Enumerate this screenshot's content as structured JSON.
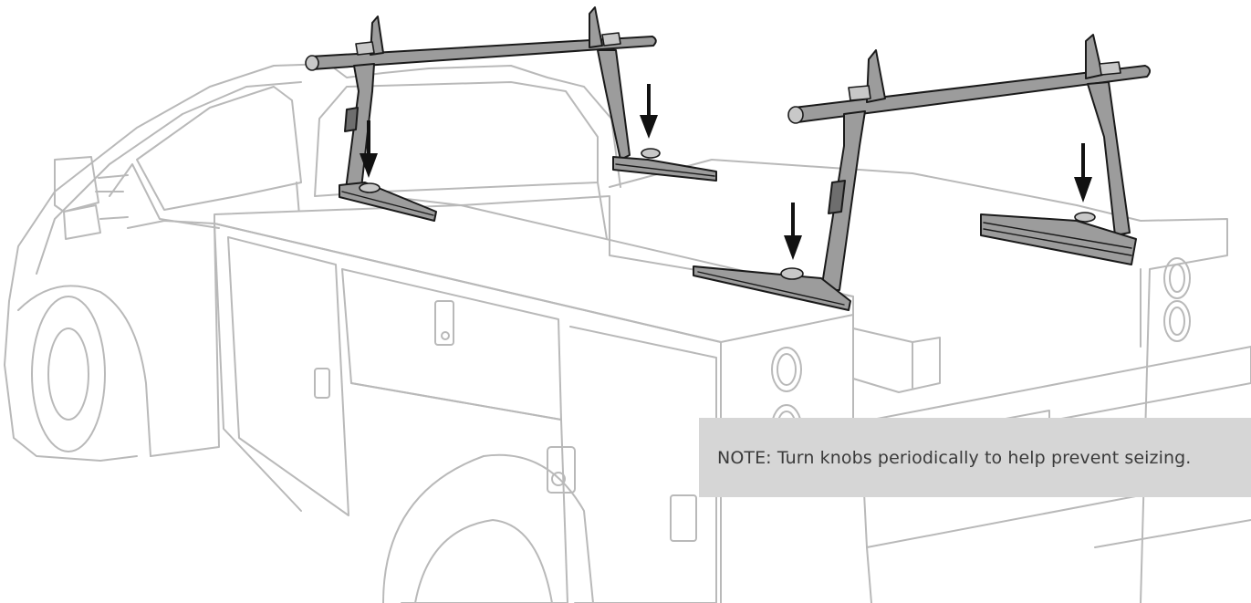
{
  "note": {
    "text": "NOTE: Turn knobs periodically to help prevent seizing."
  },
  "colors": {
    "truck_outline": "#b9b9b9",
    "rack_fill": "#9c9c9c",
    "rack_outline": "#1a1a1a",
    "arrow": "#111111",
    "note_background": "#d6d6d6",
    "note_text": "#3a3a3a"
  },
  "illustration": {
    "subject": "truck-rack-installation",
    "down_arrow_count": 4,
    "knob_count": 4
  }
}
